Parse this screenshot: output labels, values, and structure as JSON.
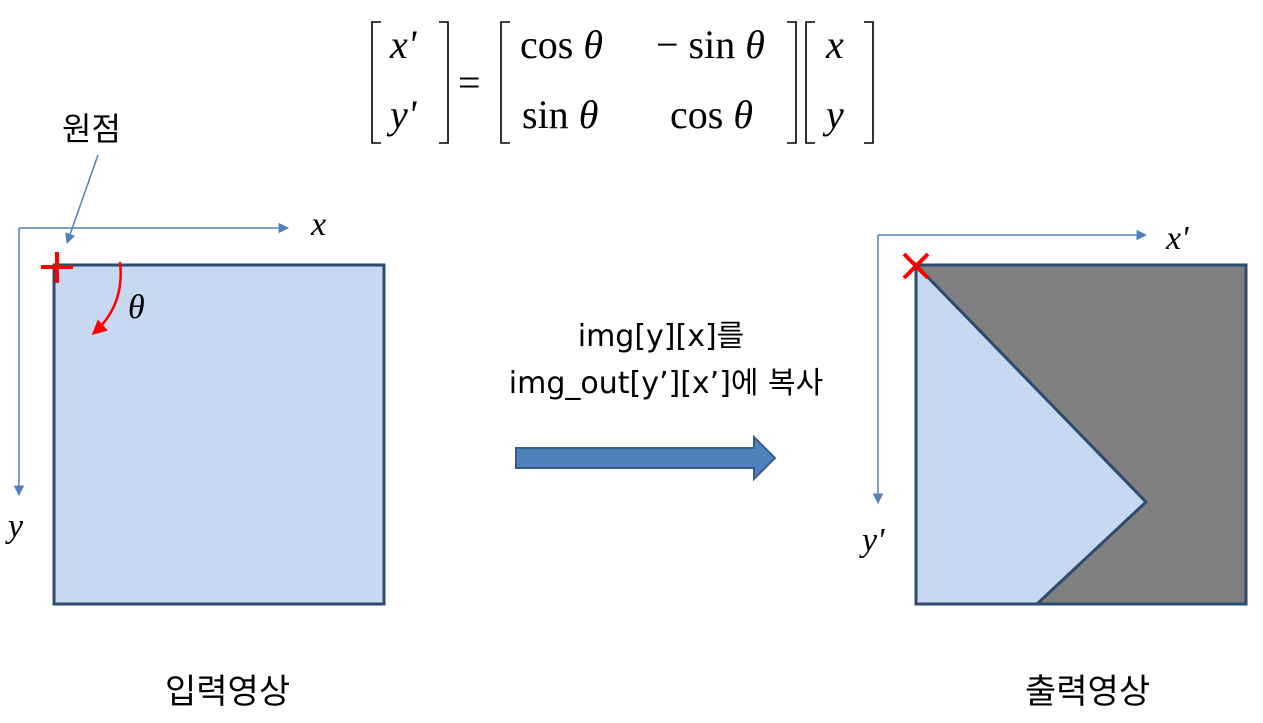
{
  "equation": {
    "lhs": [
      "x'",
      "y'"
    ],
    "equals": "=",
    "matrix": {
      "r1c1_fn": "cos",
      "r1c1_var": "θ",
      "r1c2_fn": "− sin",
      "r1c2_var": "θ",
      "r2c1_fn": "sin",
      "r2c1_var": "θ",
      "r2c2_fn": "cos",
      "r2c2_var": "θ"
    },
    "rhs": [
      "x",
      "y"
    ]
  },
  "input": {
    "origin_label": "원점",
    "x_axis": "x",
    "y_axis": "y",
    "angle": "θ",
    "caption": "입력영상"
  },
  "operation": {
    "line1": "img[y][x]를",
    "line2": "img_out[y’][x’]에 복사"
  },
  "output": {
    "x_axis": "x'",
    "y_axis": "y'",
    "caption": "출력영상"
  },
  "colors": {
    "image_fill": "#c6d9f1",
    "image_border": "#2e4a70",
    "background_fill": "#808080",
    "axis": "#4f81bd",
    "marker": "#ff0000",
    "arrow_fill": "#4f81bd",
    "arrow_border": "#385d8a"
  }
}
